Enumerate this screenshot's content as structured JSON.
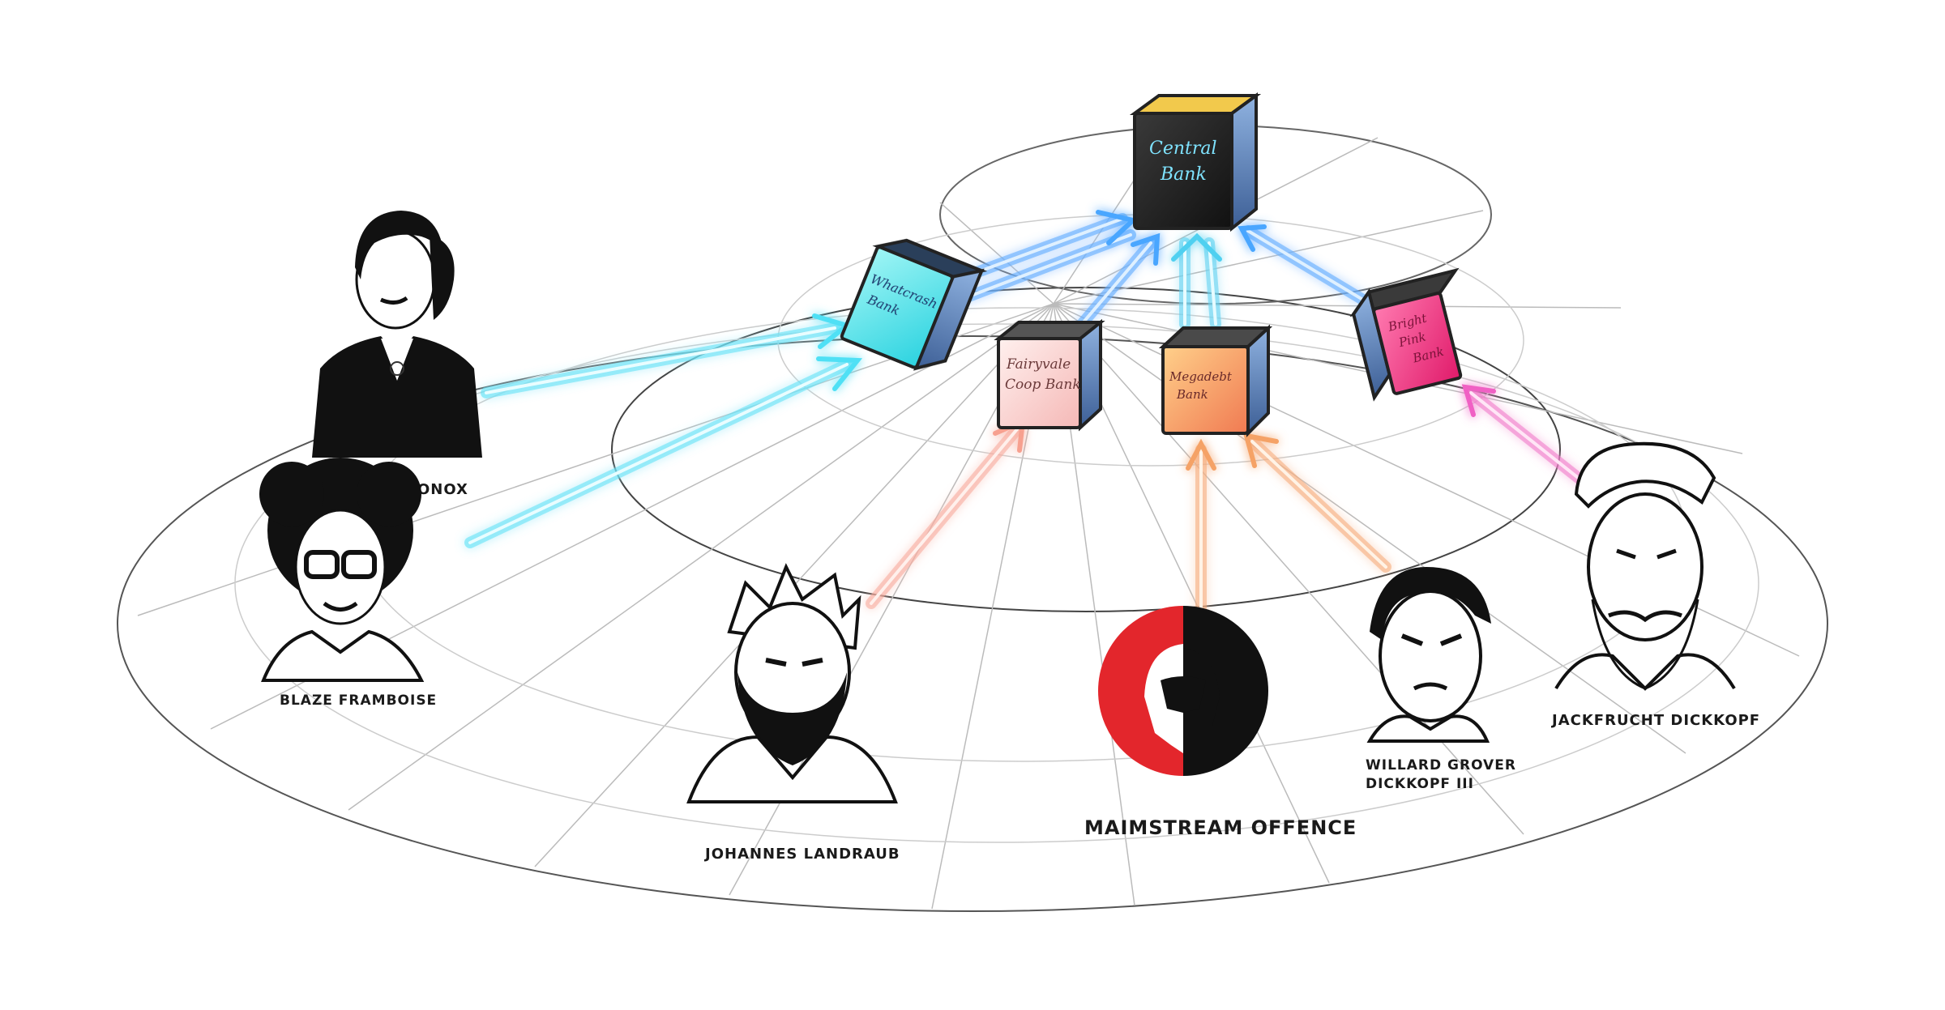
{
  "banks": {
    "central": {
      "line1": "Central",
      "line2": "Bank"
    },
    "whatcrash": {
      "line1": "Whatcrash",
      "line2": "Bank"
    },
    "fairyvale": {
      "line1": "Fairyvale",
      "line2": "Coop Bank"
    },
    "megadebt": {
      "line1": "Megadebt",
      "line2": "Bank"
    },
    "brightpink": {
      "line1": "Bright",
      "line2": "Pink",
      "line3": "Bank"
    }
  },
  "people": {
    "woman": "ONOX",
    "blaze": "BLAZE FRAMBOISE",
    "johannes": "JOHANNES LANDRAUB",
    "mainstream": "MAIMSTREAM OFFENCE",
    "willard_line1": "WILLARD GROVER",
    "willard_line2": "DICKKOPF III",
    "jackfrucht": "JACKFRUCHT DICKKOPF"
  },
  "colors": {
    "cyan": "#4fe0f5",
    "blue": "#4aa6ff",
    "salmon": "#f7a08f",
    "orange": "#f5a266",
    "magenta": "#f061c4",
    "shield_red": "#e3262c"
  }
}
